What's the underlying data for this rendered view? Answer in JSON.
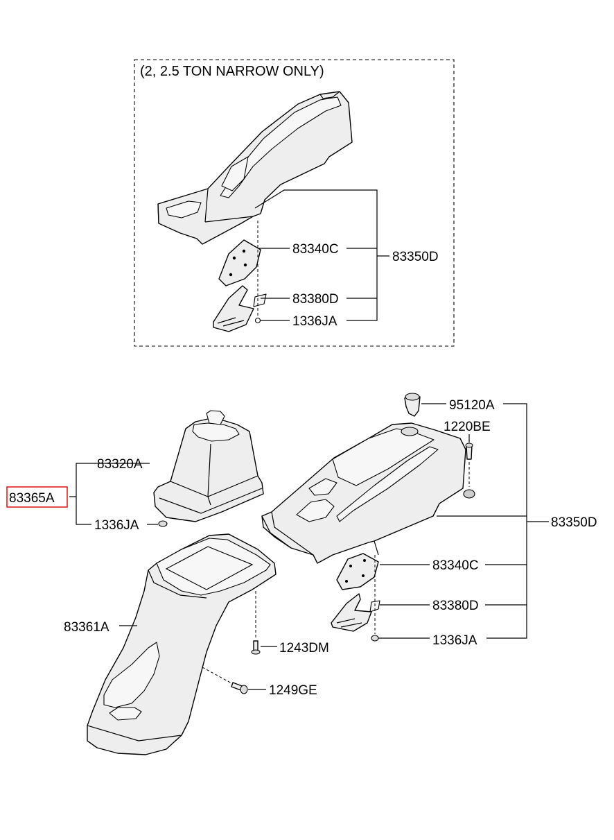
{
  "diagram": {
    "variant_note": "(2, 2.5 TON NARROW ONLY)",
    "highlight_color": "#e02020",
    "labels": {
      "top_83340c": "83340C",
      "top_83350d": "83350D",
      "top_83380d": "83380D",
      "top_1336ja": "1336JA",
      "p95120a": "95120A",
      "p1220be": "1220BE",
      "p83320a": "83320A",
      "p83365a": "83365A",
      "p1336ja_left": "1336JA",
      "p83350d": "83350D",
      "p83340c": "83340C",
      "p83380d": "83380D",
      "p1336ja_right": "1336JA",
      "p83361a": "83361A",
      "p1243dm": "1243DM",
      "p1249ge": "1249GE"
    }
  }
}
